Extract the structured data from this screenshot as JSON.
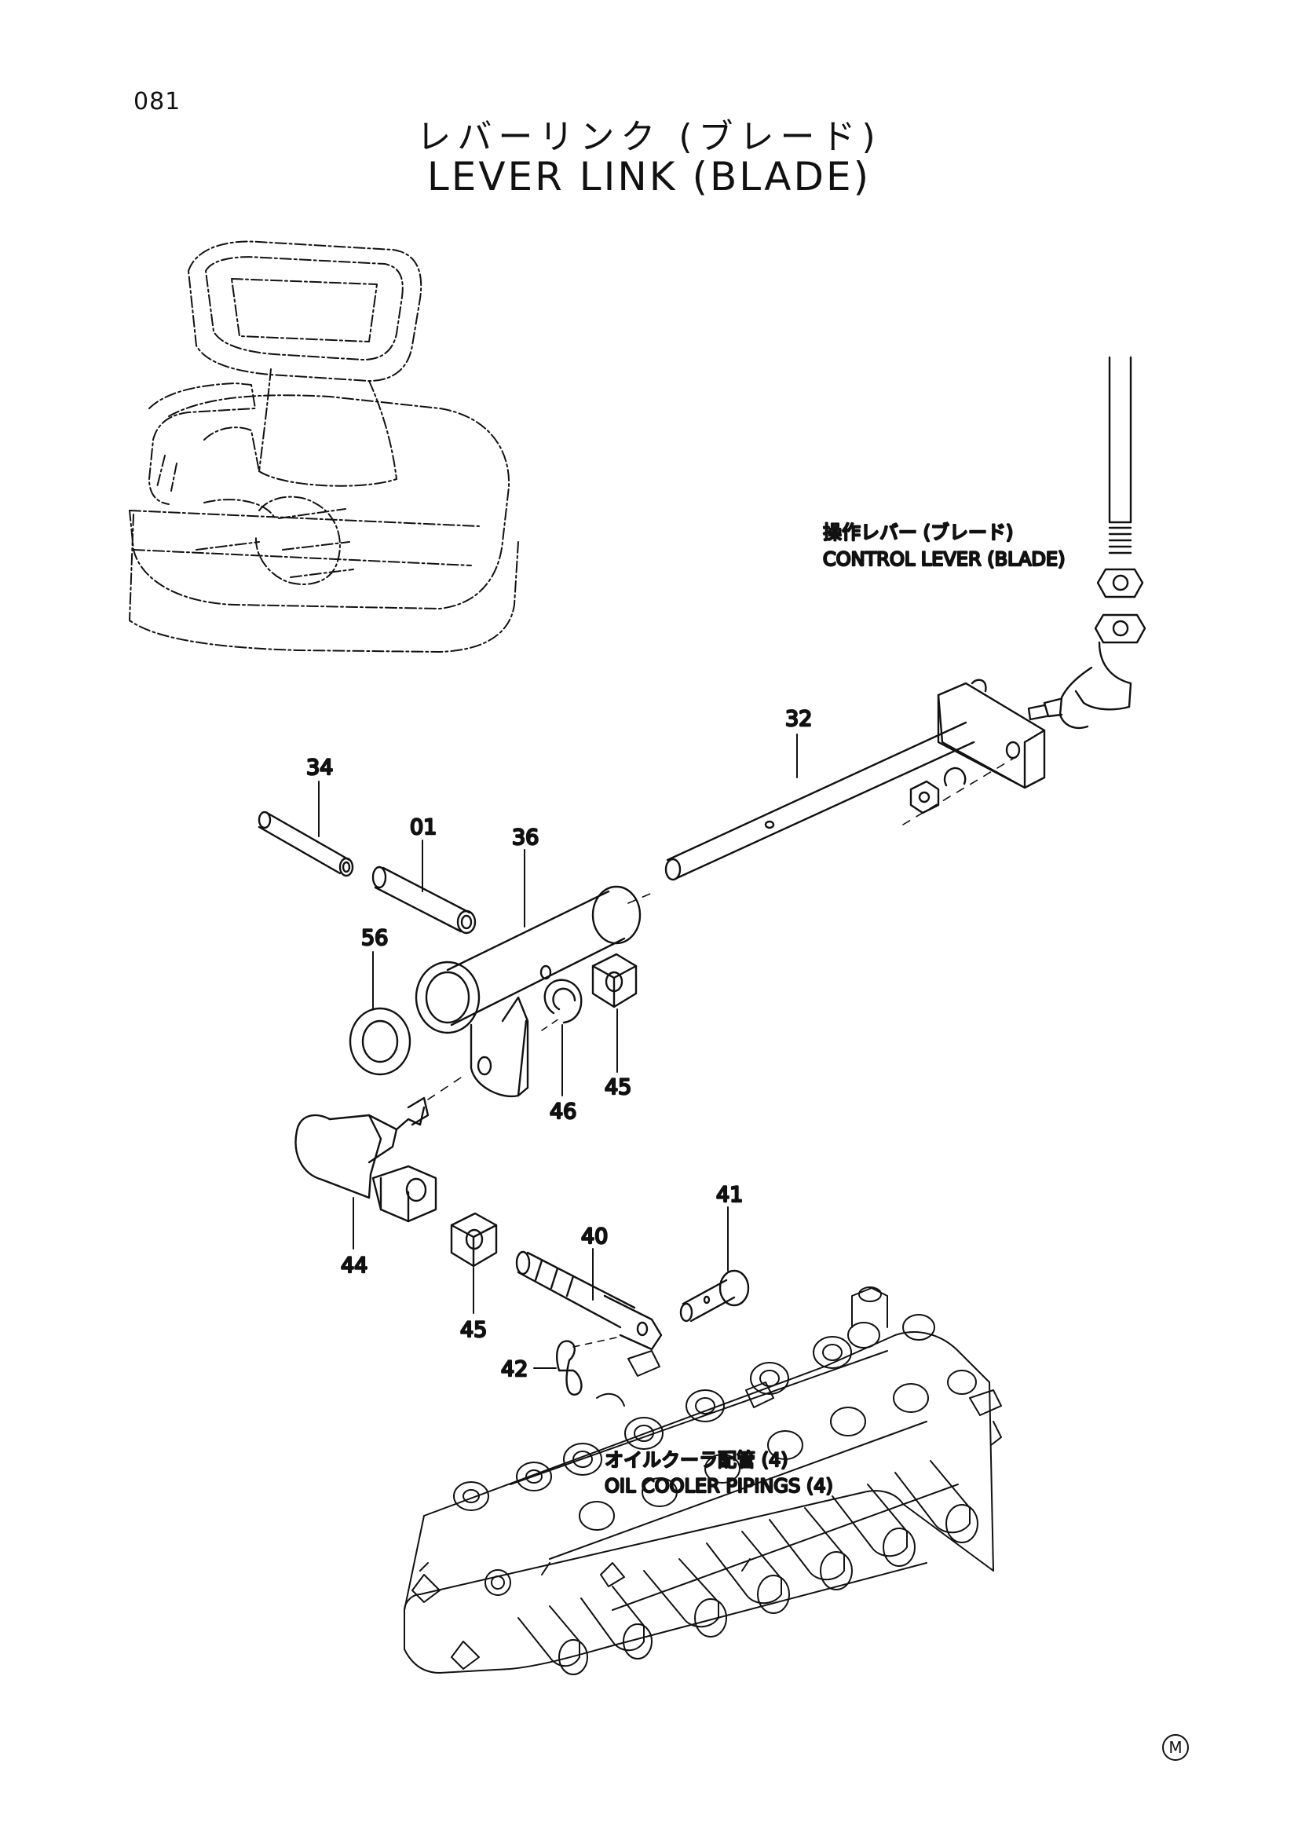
{
  "page_number": "081",
  "title": {
    "japanese": "レバーリンク (ブレード)",
    "english": "LEVER LINK (BLADE)"
  },
  "callouts": {
    "control_lever": {
      "japanese": "操作レバー (ブレード)",
      "english": "CONTROL LEVER (BLADE)"
    },
    "oil_cooler": {
      "japanese": "オイルクーラ配管 (4)",
      "english": "OIL COOLER PIPINGS (4)"
    }
  },
  "parts": [
    {
      "id": "p32",
      "label": "32"
    },
    {
      "id": "p34",
      "label": "34"
    },
    {
      "id": "p01",
      "label": "01"
    },
    {
      "id": "p36",
      "label": "36"
    },
    {
      "id": "p56",
      "label": "56"
    },
    {
      "id": "p46",
      "label": "46"
    },
    {
      "id": "p45a",
      "label": "45"
    },
    {
      "id": "p44",
      "label": "44"
    },
    {
      "id": "p45b",
      "label": "45"
    },
    {
      "id": "p40",
      "label": "40"
    },
    {
      "id": "p41",
      "label": "41"
    },
    {
      "id": "p42",
      "label": "42"
    }
  ],
  "corner_mark": "M"
}
